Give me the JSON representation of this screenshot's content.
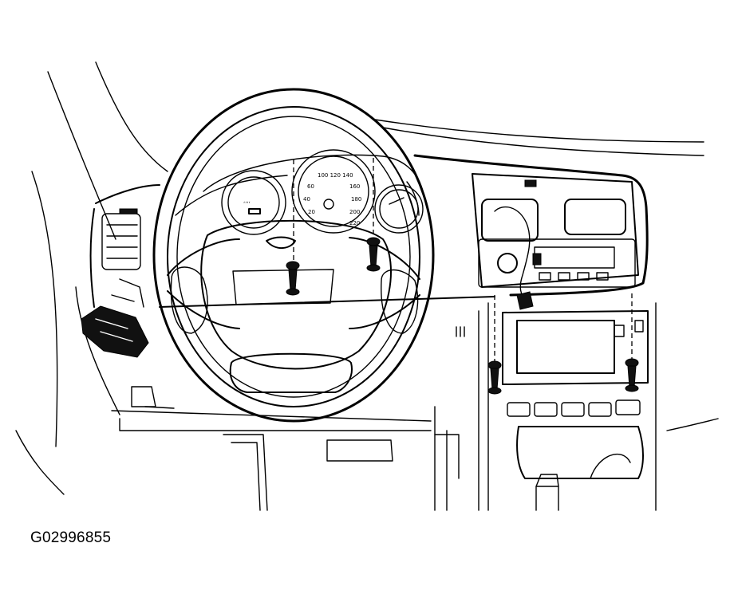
{
  "figure": {
    "id_label": "G02996855"
  },
  "components": {
    "steering_wheel": "steering-wheel",
    "airbag_module": "airbag-module",
    "instrument_cluster": "instrument-cluster",
    "radio_head_unit": "radio-head-unit",
    "center_console": "center-console",
    "screws": [
      "airbag-screw-left",
      "airbag-screw-right",
      "console-screw-left",
      "console-screw-right"
    ]
  },
  "colors": {
    "line": "#000000",
    "background": "#ffffff"
  }
}
